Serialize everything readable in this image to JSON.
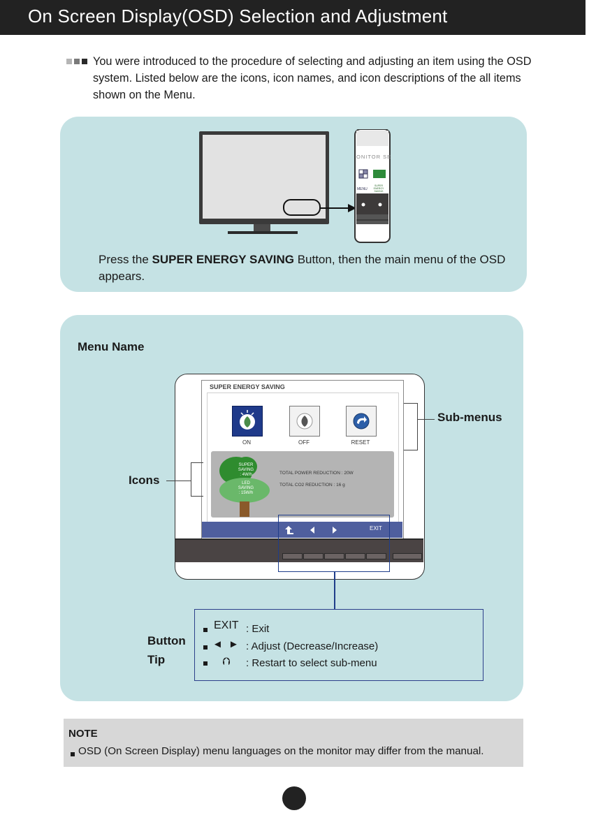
{
  "header": {
    "title": "On Screen Display(OSD) Selection and Adjustment"
  },
  "intro": {
    "text": "You were introduced to the procedure of selecting and adjusting an item using the OSD system. Listed below are the icons, icon names, and icon descriptions of the all items shown on the Menu."
  },
  "press": {
    "prefix": "Press the ",
    "button_name": "SUPER ENERGY SAVING",
    "suffix": " Button, then the main menu of the OSD appears."
  },
  "mini_monitor": {
    "menu_label": "MENU",
    "monitor_setup": "ONITOR SE",
    "ses_lines": [
      "SUPER",
      "ENERGY",
      "SAVING"
    ]
  },
  "labels": {
    "menu_name": "Menu Name",
    "sub_menus": "Sub-menus",
    "icons": "Icons",
    "button_tip_1": "Button",
    "button_tip_2": "Tip"
  },
  "osd": {
    "title": "SUPER ENERGY SAVING",
    "options": [
      "ON",
      "OFF",
      "RESET"
    ],
    "tree_super": [
      "SUPER",
      "SAVING",
      ": 4W/h"
    ],
    "tree_led": [
      "LED",
      "SAVING",
      ": 15W/h"
    ],
    "power_reduction": "TOTAL POWER REDUCTION : 20W",
    "co2_reduction": "TOTAL CO2 REDUCTION : 16 g",
    "exit": "EXIT"
  },
  "tips": [
    {
      "key": "EXIT",
      "desc": ": Exit"
    },
    {
      "key": "◄ ►",
      "desc": ": Adjust (Decrease/Increase)"
    },
    {
      "key": "⮉",
      "desc": ": Restart to select sub-menu"
    }
  ],
  "note": {
    "title": "NOTE",
    "text": "OSD (On Screen Display) menu languages on the monitor may differ from the manual."
  },
  "colors": {
    "header_bg": "#222222",
    "panel_bg": "#c5e2e4",
    "osd_bar": "#4f5f9e",
    "tip_border": "#2c3f8a",
    "ses_green": "#2e8b3a",
    "on_icon_bg": "#1f3a8a"
  }
}
